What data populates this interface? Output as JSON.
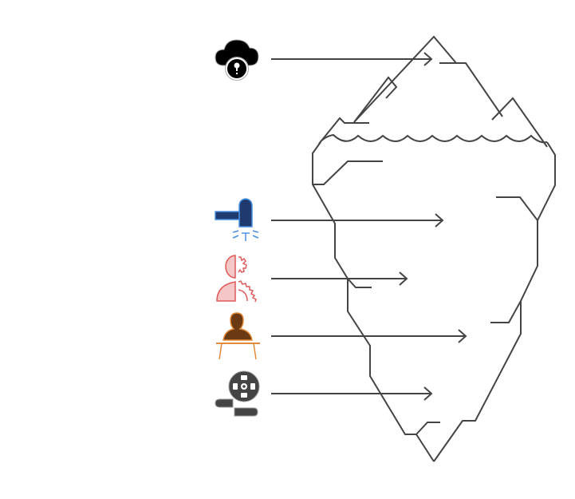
{
  "diagram": {
    "iceberg": {
      "stroke_color": "#444444",
      "has_waterline": true
    },
    "items": [
      {
        "id": "cloud-security",
        "icon": "cloud-lock-icon",
        "color": "#000000",
        "level": "above-water"
      },
      {
        "id": "hammer",
        "icon": "hammer-strike-icon",
        "color": "#1e3a6e",
        "accent": "#4a90e2",
        "level": "below-water"
      },
      {
        "id": "person-gear",
        "icon": "person-gear-icon",
        "color": "#e05a5a",
        "fill": "#f5c6c6",
        "level": "below-water"
      },
      {
        "id": "presenter",
        "icon": "person-at-desk-icon",
        "color": "#e08a3a",
        "fill": "#6b3a12",
        "level": "below-water"
      },
      {
        "id": "film-reel",
        "icon": "film-reel-icon",
        "color": "#444444",
        "level": "below-water"
      }
    ]
  }
}
